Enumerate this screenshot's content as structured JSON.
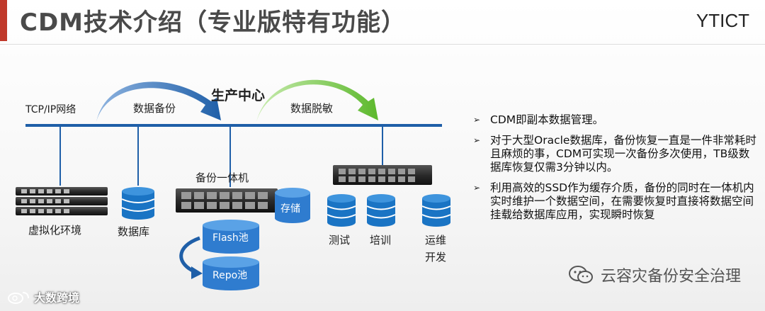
{
  "header": {
    "title": "CDM技术介绍（专业版特有功能）",
    "brand": "YTICT",
    "accent_color": "#c0392b"
  },
  "diagram": {
    "network_label": "TCP/IP网络",
    "center_label": "生产中心",
    "backup_arrow_label": "数据备份",
    "desensitize_arrow_label": "数据脱敏",
    "appliance_label": "备份一体机",
    "storage_label": "存储",
    "flash_pool": "Flash池",
    "repo_pool": "Repo池",
    "virtualization_label": "虚拟化环境",
    "database_label": "数据库",
    "test_label": "测试",
    "training_label": "培训",
    "ops_label_1": "运维",
    "ops_label_2": "开发",
    "colors": {
      "network_line": "#1f5fa8",
      "db_blue": "#1a74c4",
      "arrow_blue": "#1f5fa8",
      "arrow_green": "#5cb82c"
    }
  },
  "bullets": [
    "CDM即副本数据管理。",
    "对于大型Oracle数据库，备份恢复一直是一件非常耗时且麻烦的事，CDM可实现一次备份多次使用，TB级数据库恢复仅需3分钟以内。",
    "利用高效的SSD作为缓存介质，备份的同时在一体机内实时维护一个数据空间，在需要恢复时直接将数据空间挂载给数据库应用，实现瞬时恢复"
  ],
  "watermark": {
    "text": "云容灾备份安全治理",
    "icon": "wechat-icon"
  },
  "corner_logo": {
    "text": "大数跨境",
    "icon": "weibo-icon"
  }
}
